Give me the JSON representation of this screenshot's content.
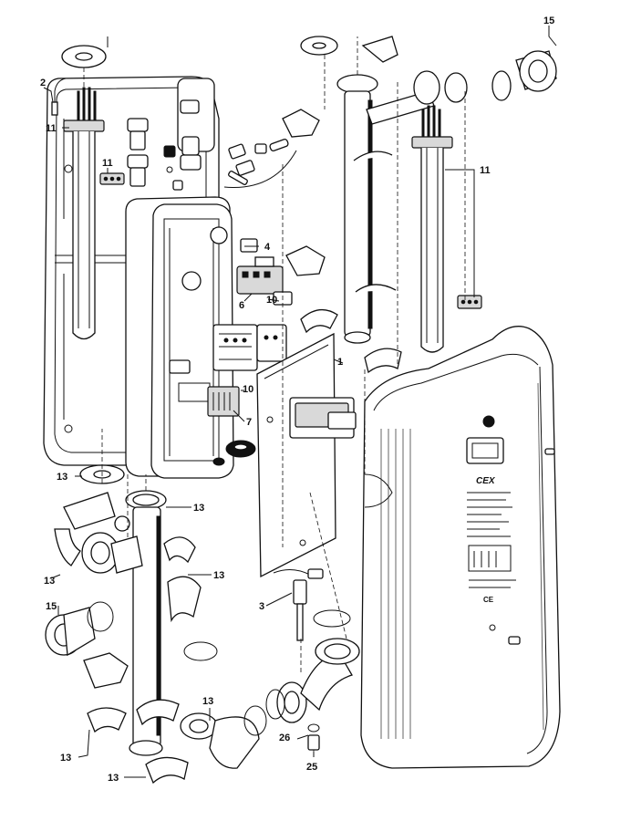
{
  "title": "",
  "colors": {
    "line": "#111111",
    "fill": "#ffffff",
    "shade": "#d9d9d9"
  },
  "callouts": {
    "c1": "1",
    "c2": "2",
    "c3": "3",
    "c4": "4",
    "c6": "6",
    "c7": "7",
    "c10a": "10",
    "c10b": "10",
    "c11a": "11",
    "c11b": "11",
    "c11c": "11",
    "c13a": "13",
    "c13b": "13",
    "c13c": "13",
    "c13d": "13",
    "c13e": "13",
    "c13f": "13",
    "c13g": "13",
    "c15a": "15",
    "c15b": "15",
    "c25": "25",
    "c26": "26"
  },
  "cover": {
    "brand": "CEX",
    "ce_mark": "CE"
  }
}
